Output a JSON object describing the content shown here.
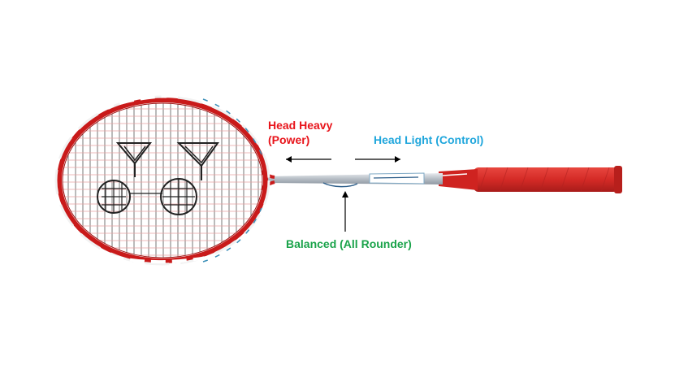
{
  "labels": {
    "head_heavy_line1": "Head Heavy",
    "head_heavy_line2": "(Power)",
    "head_light": "Head Light (Control)",
    "balanced": "Balanced (All Rounder)"
  },
  "colors": {
    "head_heavy": "#e8141b",
    "head_light": "#1fa6dc",
    "balanced": "#1aa34a",
    "frame_red": "#c91a1a",
    "grip_red": "#d42a26",
    "string": "#444444",
    "string_accent": "#e33b3b"
  },
  "icons": {
    "left_arrow": "arrow-left-icon",
    "right_arrow": "arrow-right-icon",
    "up_arrow": "arrow-up-icon",
    "logo": "yonex-logo-icon"
  }
}
